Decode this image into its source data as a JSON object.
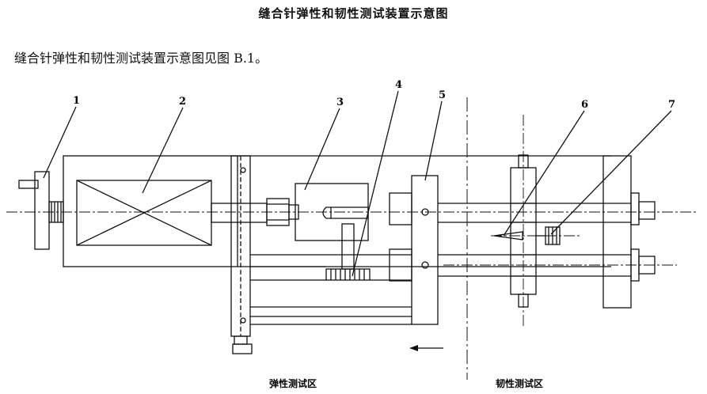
{
  "title": "缝合针弹性和韧性测试装置示意图",
  "intro": "缝合针弹性和韧性测试装置示意图见图 B.1。",
  "callouts": [
    "1",
    "2",
    "3",
    "4",
    "5",
    "6",
    "7"
  ],
  "zones": {
    "elastic": "弹性测试区",
    "toughness": "韧性测试区"
  }
}
